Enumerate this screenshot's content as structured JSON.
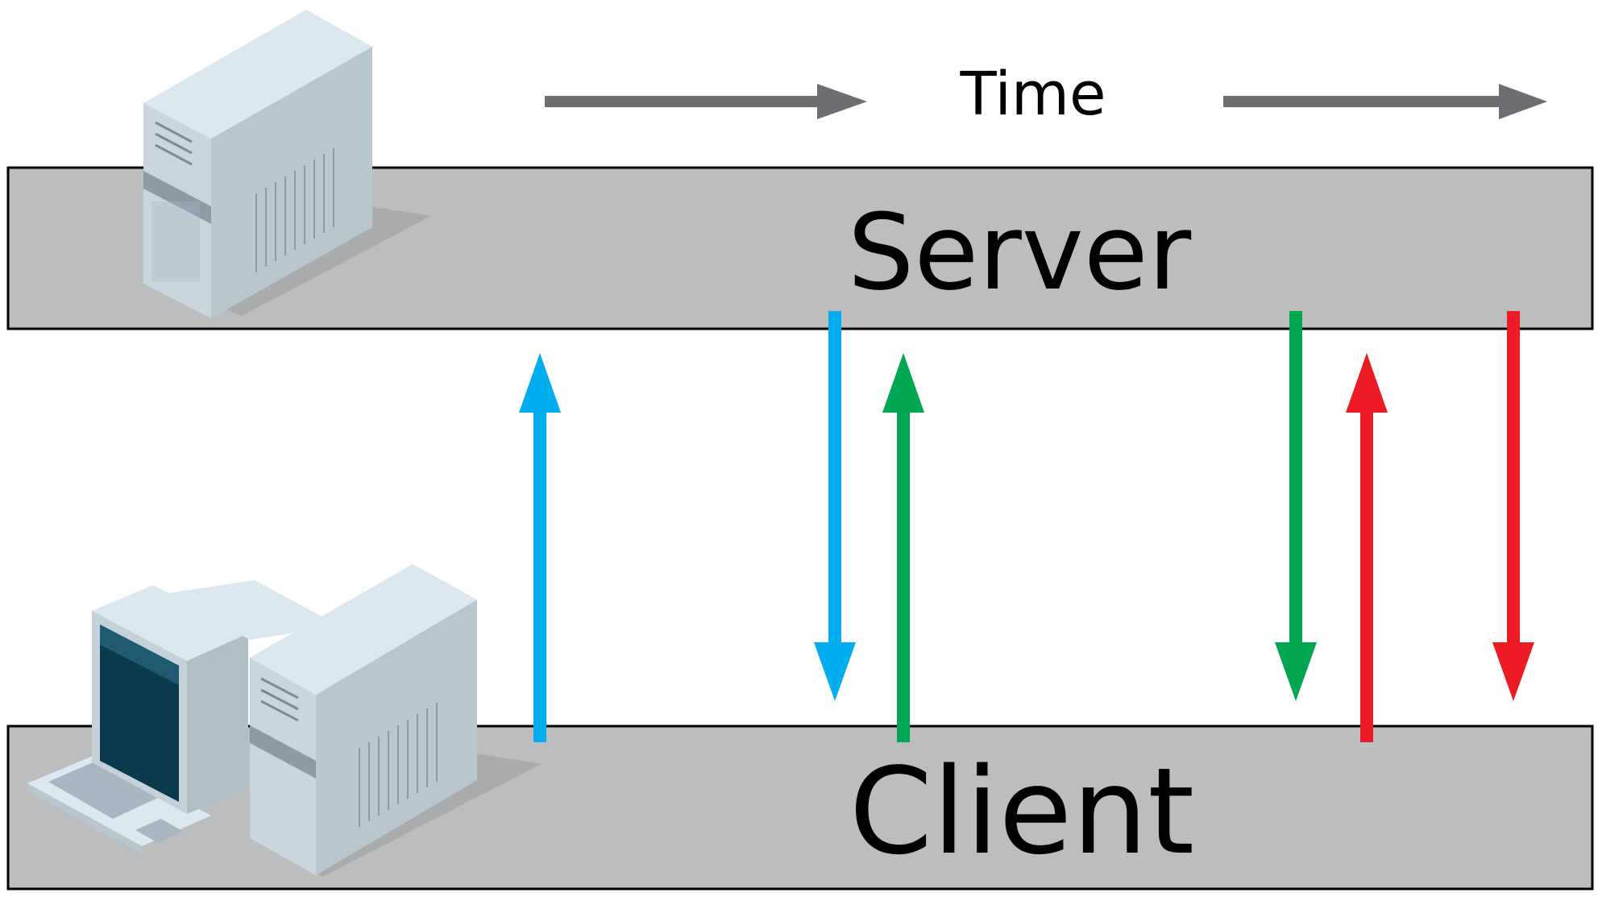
{
  "time_label": "Time",
  "lanes": {
    "server": {
      "label": "Server"
    },
    "client": {
      "label": "Client"
    }
  },
  "colors": {
    "lane_fill": "#bcbdbf",
    "lane_stroke": "#000000",
    "time_arrow": "#6d6e71",
    "blue": "#00aeef",
    "green": "#00a651",
    "red": "#ed1c24",
    "computer_light": "#dbe8ef",
    "computer_mid": "#c4d1d9",
    "computer_dark": "#a8b6bf",
    "screen": "#0a3a4c"
  },
  "icons": {
    "server": "server-tower-icon",
    "client": "desktop-computer-icon"
  },
  "messages": [
    {
      "direction": "client-to-server",
      "color": "blue"
    },
    {
      "direction": "server-to-client",
      "color": "blue"
    },
    {
      "direction": "client-to-server",
      "color": "green"
    },
    {
      "direction": "server-to-client",
      "color": "green"
    },
    {
      "direction": "client-to-server",
      "color": "red"
    },
    {
      "direction": "server-to-client",
      "color": "red"
    }
  ]
}
